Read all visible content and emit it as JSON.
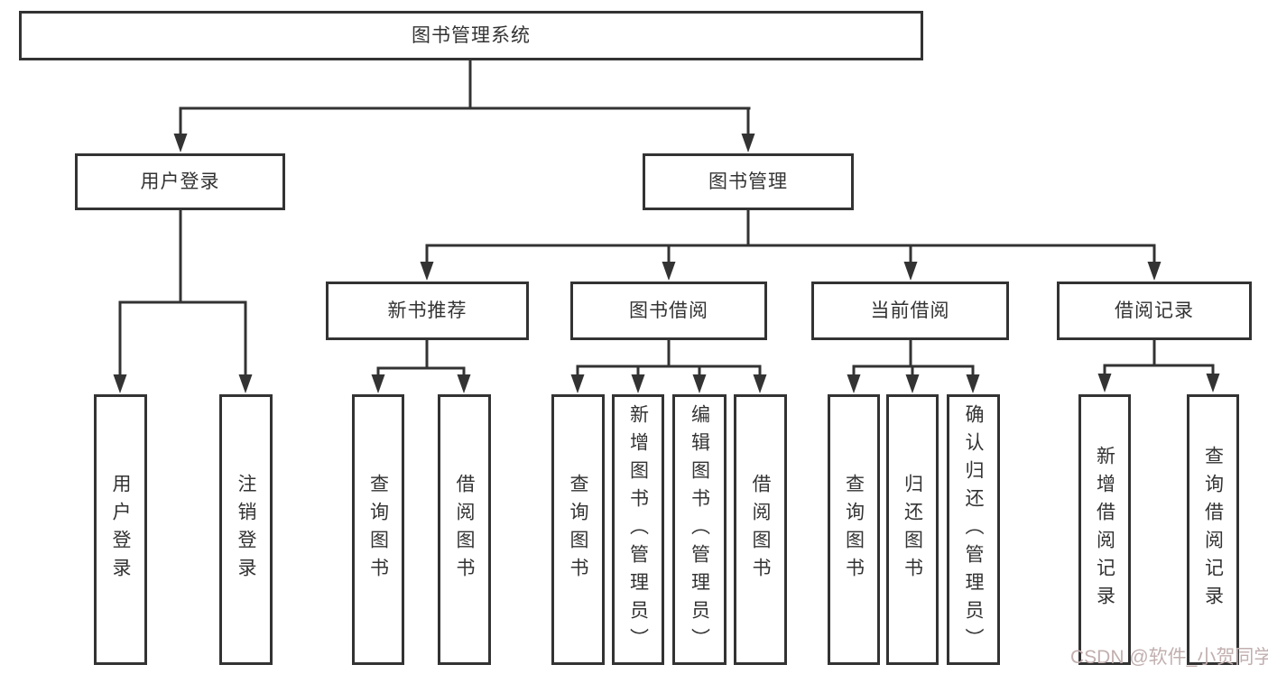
{
  "colors": {
    "line": "#333333",
    "box_border": "#333333",
    "text": "#333333",
    "background": "#ffffff",
    "watermark": "#c2afaf"
  },
  "watermark": "CSDN @软件_小贺同学",
  "tree": {
    "label": "图书管理系统",
    "children": [
      {
        "label": "用户登录",
        "children": [
          {
            "label": "用户登录"
          },
          {
            "label": "注销登录"
          }
        ]
      },
      {
        "label": "图书管理",
        "children": [
          {
            "label": "新书推荐",
            "children": [
              {
                "label": "查询图书"
              },
              {
                "label": "借阅图书"
              }
            ]
          },
          {
            "label": "图书借阅",
            "children": [
              {
                "label": "查询图书"
              },
              {
                "label": "新增图书（管理员）"
              },
              {
                "label": "编辑图书（管理员）"
              },
              {
                "label": "借阅图书"
              }
            ]
          },
          {
            "label": "当前借阅",
            "children": [
              {
                "label": "查询图书"
              },
              {
                "label": "归还图书"
              },
              {
                "label": "确认归还（管理员）"
              }
            ]
          },
          {
            "label": "借阅记录",
            "children": [
              {
                "label": "新增借阅记录"
              },
              {
                "label": "查询借阅记录"
              }
            ]
          }
        ]
      }
    ]
  }
}
